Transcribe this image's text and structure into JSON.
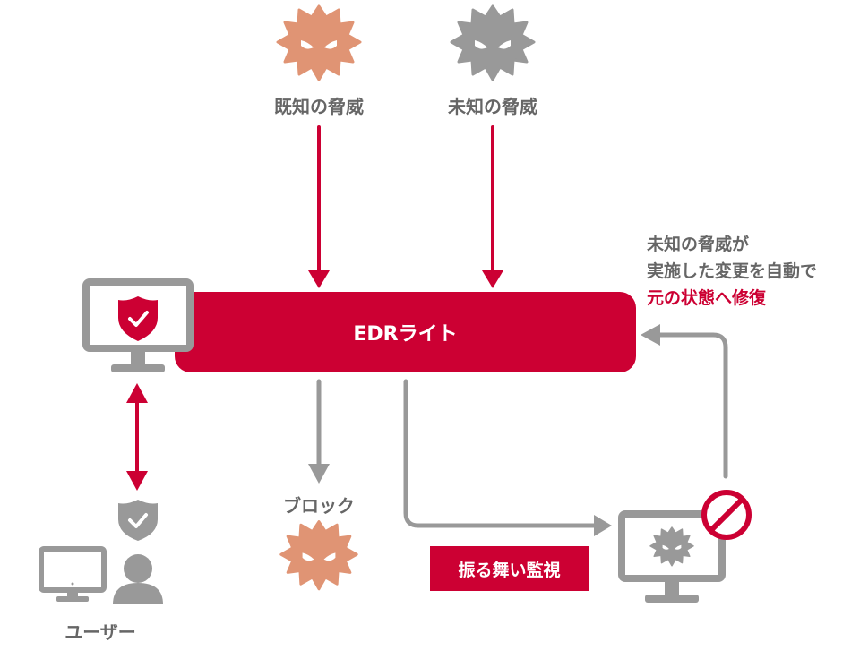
{
  "colors": {
    "accent": "#cc0033",
    "gray": "#999999",
    "text_gray": "#666666",
    "known_threat": "#e09474",
    "unknown_threat": "#999999"
  },
  "threats": {
    "known": {
      "label": "既知の脅威",
      "icon": "virus-icon"
    },
    "unknown": {
      "label": "未知の脅威",
      "icon": "virus-icon"
    }
  },
  "edr": {
    "title": "EDRライト"
  },
  "endpoint": {
    "icon": "monitor-shield-icon"
  },
  "block": {
    "label": "ブロック",
    "icon": "virus-icon"
  },
  "behavior_monitoring": {
    "label": "振る舞い監視"
  },
  "infected_pc": {
    "icon": "monitor-virus-icon",
    "overlay_icon": "prohibited-icon"
  },
  "restore_note": {
    "line1": "未知の脅威が",
    "line2": "実施した変更を自動で",
    "line3": "元の状態へ修復"
  },
  "user": {
    "label": "ユーザー",
    "icons": [
      "shield-check-icon",
      "monitor-icon",
      "person-icon"
    ]
  }
}
